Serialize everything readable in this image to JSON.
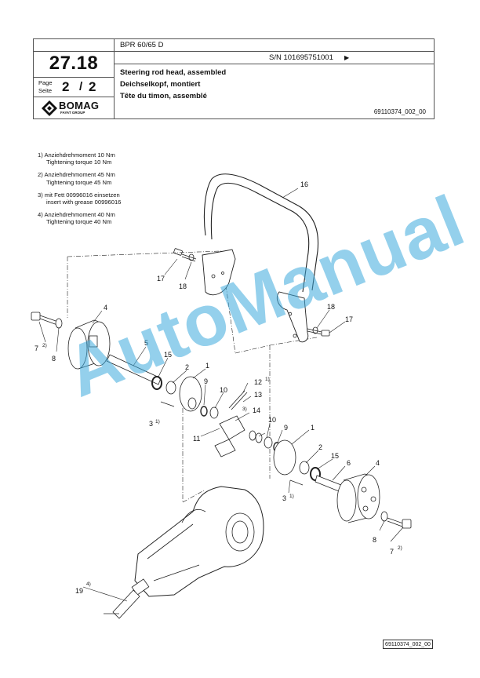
{
  "header": {
    "model": "BPR 60/65 D",
    "serial": "S/N 101695751001",
    "serial_arrow": "▶",
    "section": "27.18",
    "page_label_1": "Page",
    "page_label_2": "Seite",
    "page_number": "2",
    "page_separator": "/",
    "page_total": "2",
    "brand": "BOMAG",
    "brand_sub": "FAYAT GROUP",
    "title_en": "Steering rod head, assembled",
    "title_de": "Deichselkopf, montiert",
    "title_fr": "Tête du timon, assemblé",
    "doc_number": "69110374_002_00"
  },
  "notes": [
    {
      "de": "1)  Anziehdrehmoment 10 Nm",
      "en": "Tightening torque 10 Nm"
    },
    {
      "de": "2)  Anziehdrehmoment 45 Nm",
      "en": "Tightening torque 45 Nm"
    },
    {
      "de": "3)  mit Fett 00996016 einsetzen",
      "en": "insert with grease 00996016"
    },
    {
      "de": "4)  Anziehdrehmoment 40 Nm",
      "en": "Tightening torque 40 Nm"
    }
  ],
  "callouts": {
    "c16": "16",
    "c17a": "17",
    "c18a": "18",
    "c18b": "18",
    "c17b": "17",
    "c4a": "4",
    "c7a": "7",
    "c7a_note": "2)",
    "c8a": "8",
    "c5": "5",
    "c15a": "15",
    "c2a": "2",
    "c1a": "1",
    "c9a": "9",
    "c10a": "10",
    "c12": "12",
    "c12_note": "1)",
    "c13": "13",
    "c3_note_mid": "3)",
    "c14": "14",
    "c10b": "10",
    "c9b": "9",
    "c11": "11",
    "c3a": "3",
    "c3a_note": "1)",
    "c1b": "1",
    "c2b": "2",
    "c15b": "15",
    "c6": "6",
    "c4b": "4",
    "c3b": "3",
    "c3b_note": "1)",
    "c8b": "8",
    "c7b": "7",
    "c7b_note": "2)",
    "c19": "19",
    "c19_note": "4)"
  },
  "footer_ref": "69110374_002_00",
  "watermark": "AutoManual"
}
